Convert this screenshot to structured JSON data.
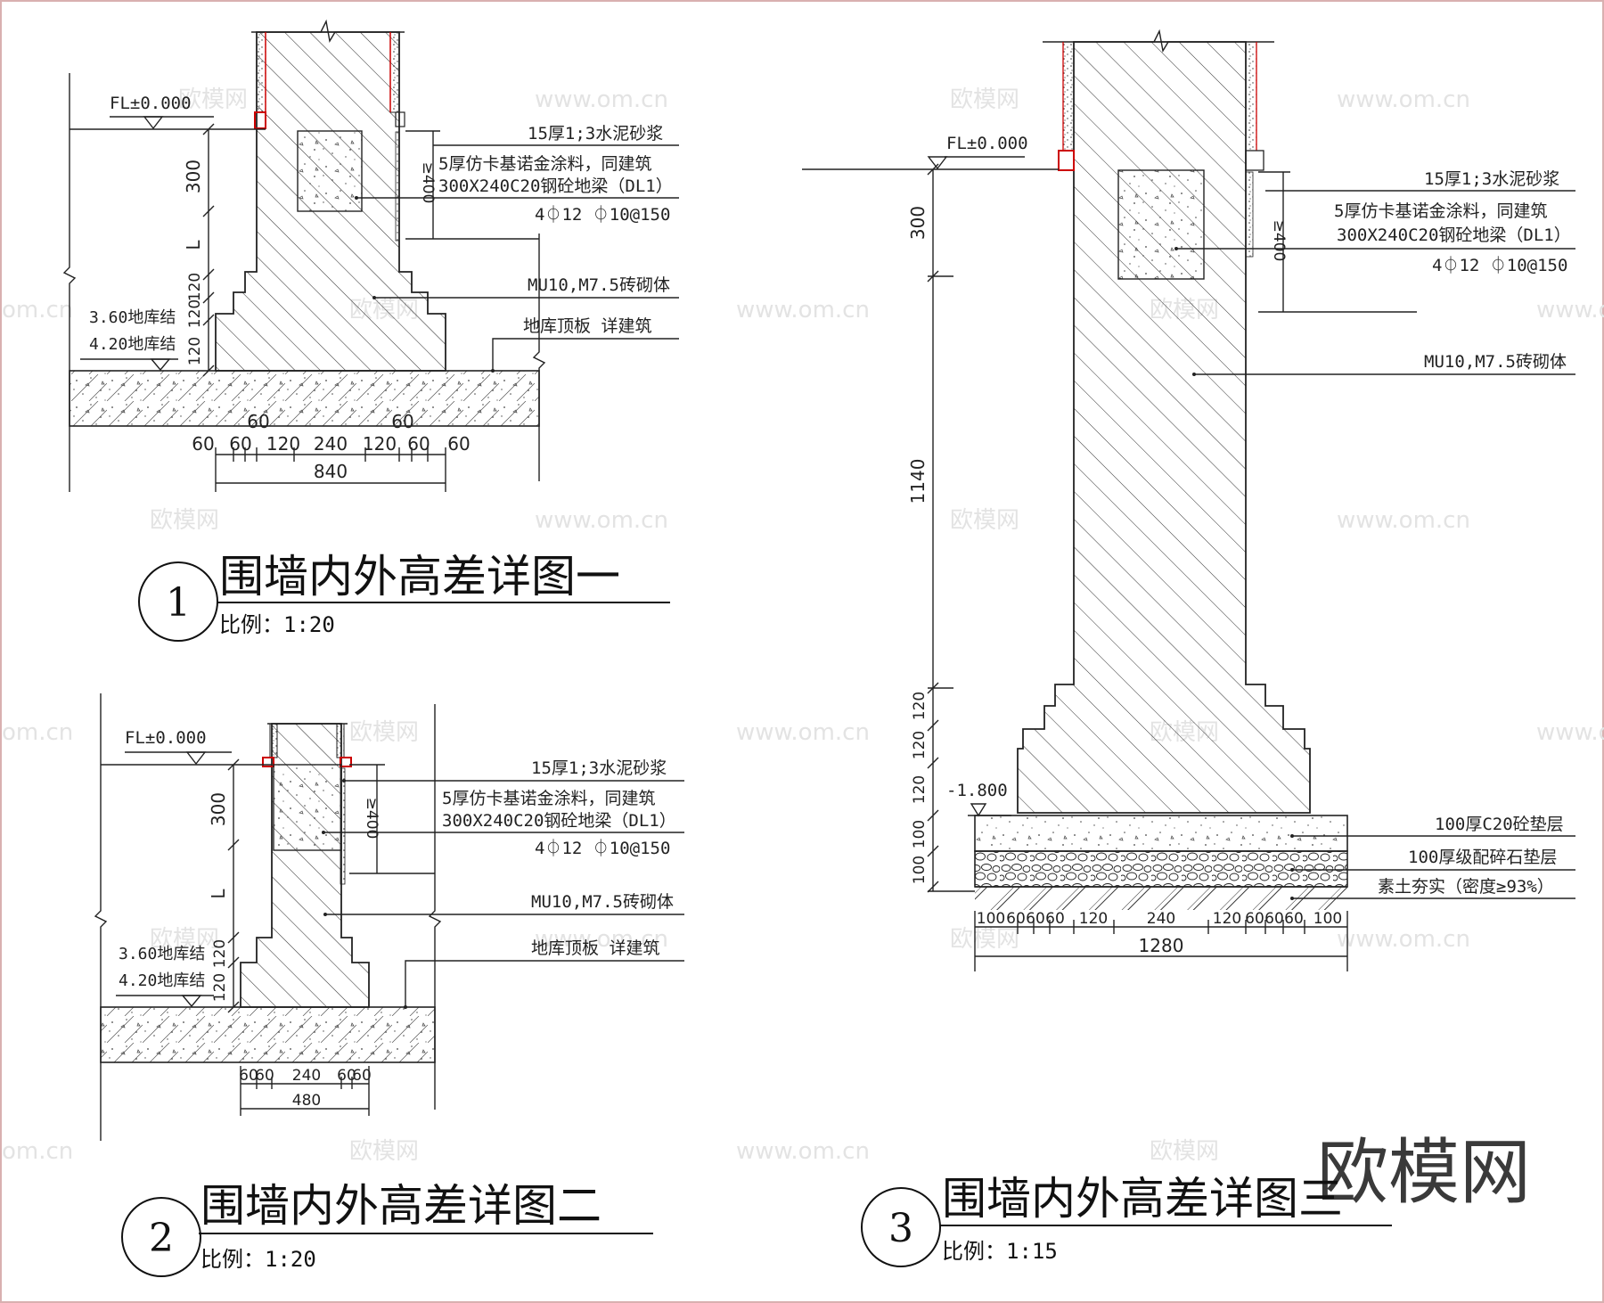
{
  "detail1": {
    "number": "1",
    "title": "围墙内外高差详图一",
    "scale": "比例：1:20",
    "level": "FL±0.000",
    "slab_level_a": "3.60地库结",
    "slab_level_b": "4.20地库结",
    "notes": [
      "15厚1;3水泥砂浆",
      "5厚仿卡基诺金涂料，同建筑",
      "300X240C20钢砼地梁（DL1）",
      "4⏀12    ⏀10@150",
      "MU10,M7.5砖砌体",
      "地库顶板  详建筑"
    ],
    "beam_dim": "≥400",
    "vdims": [
      "300",
      "L",
      "120",
      "120",
      "120"
    ],
    "hdims": [
      "60",
      "60",
      "120",
      "240",
      "120",
      "60",
      "60"
    ],
    "step_dims": [
      "60",
      "60"
    ],
    "total": "840"
  },
  "detail2": {
    "number": "2",
    "title": "围墙内外高差详图二",
    "scale": "比例：1:20",
    "level": "FL±0.000",
    "slab_level_a": "3.60地库结",
    "slab_level_b": "4.20地库结",
    "notes": [
      "15厚1;3水泥砂浆",
      "5厚仿卡基诺金涂料，同建筑",
      "300X240C20钢砼地梁（DL1）",
      "4⏀12    ⏀10@150",
      "MU10,M7.5砖砌体",
      "地库顶板  详建筑"
    ],
    "beam_dim": "≥400",
    "vdims": [
      "300",
      "L",
      "120",
      "120"
    ],
    "hdims": [
      "60",
      "60",
      "240",
      "60",
      "60"
    ],
    "total": "480"
  },
  "detail3": {
    "number": "3",
    "title": "围墙内外高差详图三",
    "scale": "比例：1:15",
    "level": "FL±0.000",
    "base_level": "-1.800",
    "notes": [
      "15厚1;3水泥砂浆",
      "5厚仿卡基诺金涂料，同建筑",
      "300X240C20钢砼地梁（DL1）",
      "4⏀12    ⏀10@150",
      "MU10,M7.5砖砌体",
      "100厚C20砼垫层",
      "100厚级配碎石垫层",
      "素土夯实（密度≥93%）"
    ],
    "beam_dim": "≥400",
    "vdims": [
      "300",
      "1140",
      "120",
      "120",
      "120",
      "100",
      "100"
    ],
    "hdims": [
      "100",
      "60",
      "60",
      "60",
      "120",
      "240",
      "120",
      "60",
      "60",
      "60",
      "100"
    ],
    "total": "1280"
  },
  "watermarks": {
    "site": "www.om.cn",
    "cn": "欧模网",
    "big": "欧模网",
    "edge": "om.cn"
  },
  "colors": {
    "accent": "#cc0000",
    "line": "#222222",
    "frame": "#d9b0b0"
  }
}
